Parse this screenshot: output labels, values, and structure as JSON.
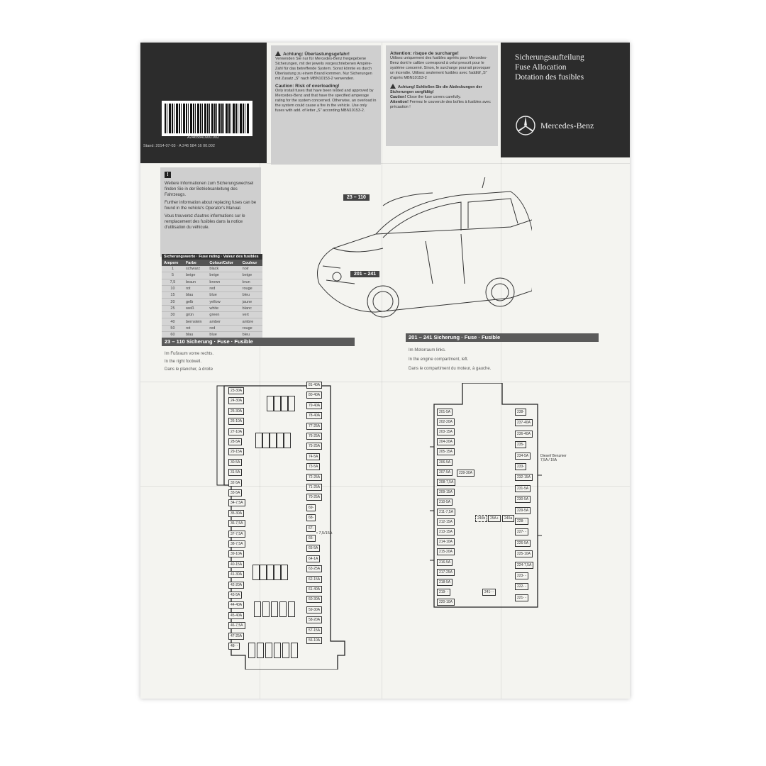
{
  "header": {
    "barcode_number": "A2465841600.002",
    "stand": "Stand: 2014-07-03  ·  A 246 584 16 00.002",
    "title_lines": [
      "Sicherungsaufteilung",
      "Fuse Allocation",
      "Dotation des fusibles"
    ],
    "brand": "Mercedes-Benz"
  },
  "warnings": {
    "de_title": "Achtung: Überlastungsgefahr!",
    "de_text": "Verwenden Sie nur für Mercedes-Benz freigegebene Sicherungen, mit der jeweils vorgeschriebenen Ampère-Zahl für das betreffende System. Sonst könnte es durch Überlastung zu einem Brand kommen. Nur Sicherungen mit Zusatz „S\" nach MBN10153-2 verwenden.",
    "en_title": "Caution: Risk of overloading!",
    "en_text": "Only install fuses that have been tested and approved by Mercedes-Benz and that have the specified amperage rating for the system concerned. Otherwise, an overload in the system could cause a fire in the vehicle. Use only fuses with add. of letter „S\" according MBN10153-2.",
    "fr_title": "Attention: risque de surcharge!",
    "fr_text": "Utilisez uniquement des fusibles agréés pour Mercedes-Benz dont le calibre correspond à celui prescrit pour le système concerné. Sinon, le surcharge pourrait provoquer un incendie. Utilisez seulement fusibles avec l'additif „S\" d'après MBN10153-2",
    "de2": "Achtung! Schließen Sie die Abdeckungen der Sicherungen sorgfältig!",
    "en2_label": "Caution!",
    "en2": "Close the fuse covers carefully.",
    "fr2_label": "Attention!",
    "fr2": "Fermez le couvercle des boîtes à fusibles avec précaution !"
  },
  "info": {
    "de": "Weitere Informationen zum Sicherungswechsel finden Sie in der Betriebsanleitung des Fahrzeugs.",
    "en": "Further information about replacing fuses can be found in the vehicle's Operator's Manual.",
    "fr": "Vous trouverez d'autres informations sur le remplacement des fusibles dans la notice d'utilisation du véhicule."
  },
  "rating_table": {
    "title": "Sicherungswerte · Fuse rating · Valeur des fusibles",
    "headers": [
      "Ampere",
      "Farbe",
      "Colour/Color",
      "Couleur"
    ],
    "rows": [
      [
        "1",
        "schwarz",
        "black",
        "noir"
      ],
      [
        "5",
        "beige",
        "beige",
        "beige"
      ],
      [
        "7,5",
        "braun",
        "brown",
        "brun"
      ],
      [
        "10",
        "rot",
        "red",
        "rouge"
      ],
      [
        "15",
        "blau",
        "blue",
        "bleu"
      ],
      [
        "20",
        "gelb",
        "yellow",
        "jaune"
      ],
      [
        "25",
        "weiß",
        "white",
        "blanc"
      ],
      [
        "30",
        "grün",
        "green",
        "vert"
      ],
      [
        "40",
        "bernstein",
        "amber",
        "ambre"
      ],
      [
        "50",
        "rot",
        "red",
        "rouge"
      ],
      [
        "60",
        "blau",
        "blue",
        "bleu"
      ]
    ]
  },
  "callouts": {
    "a": "23 – 110",
    "b": "201 – 241"
  },
  "section_left": {
    "bar": "23 – 110 Sicherung · Fuse · Fusible",
    "lines": [
      "Im Fußraum vorne rechts.",
      "In the right footwell.",
      "Dans le plancher, à droite"
    ]
  },
  "section_right": {
    "bar": "201 – 241 Sicherung · Fuse · Fusible",
    "lines": [
      "Im Motorraum links.",
      "In the engine compartment, left.",
      "Dans le compartiment du moteur, à gauche."
    ]
  },
  "left_box": {
    "note": "7,5/15A",
    "fuses_left": [
      "23-30A",
      "24-30A",
      "25-30A",
      "26-10A",
      "27-10A",
      "28-5A",
      "29-15A",
      "30-5A",
      "31-5A",
      "32-5A",
      "33-5A",
      "34-7,5A",
      "35-30A",
      "36-7,5A",
      "37-7,5A",
      "38-7,5A",
      "39-10A",
      "40-15A",
      "41-30A",
      "42-20A",
      "43-5A",
      "44-40A",
      "45-40A",
      "46-7,5A",
      "47-25A",
      "48- -"
    ],
    "fuses_right": [
      "81-40A",
      "80-40A",
      "79-40A",
      "78-40A",
      "77-25A",
      "76-25A",
      "75-25A",
      "74-5A",
      "73-5A",
      "72-25A",
      "71-25A",
      "70-25A",
      "69-",
      "68-",
      "67-",
      "66-",
      "65-5A",
      "64-1A",
      "63-25A",
      "62-15A",
      "61-40A",
      "60-30A",
      "59-30A",
      "58-20A",
      "57-15A",
      "56-10A"
    ]
  },
  "right_box": {
    "note_lines": [
      "Diesel/ Benzmer",
      "7,5A  /  15A"
    ],
    "fuses_left": [
      "201-5A",
      "202-20A",
      "203-15A",
      "204-20A",
      "205-15A",
      "206-5A",
      "207-5A",
      "208-7,5A",
      "209-15A",
      "210-5A",
      "211-7,5A",
      "212-15A",
      "213-15A",
      "214-10A",
      "215-20A",
      "216-5A",
      "217-25A",
      "218-5A",
      "219- -",
      "220-10A"
    ],
    "fuses_right": [
      "238-",
      "237-40A",
      "236-40A",
      "235-",
      "234-5A",
      "233-",
      "232-15A",
      "231-5A",
      "230-5A",
      "229-5A",
      "228- -",
      "227- -",
      "226-5A",
      "225-10A",
      "224-7,5A",
      "223- -",
      "222- -",
      "221- -"
    ],
    "center": [
      "239-30A",
      "240b",
      "25A+",
      "240a",
      "241- -"
    ]
  }
}
